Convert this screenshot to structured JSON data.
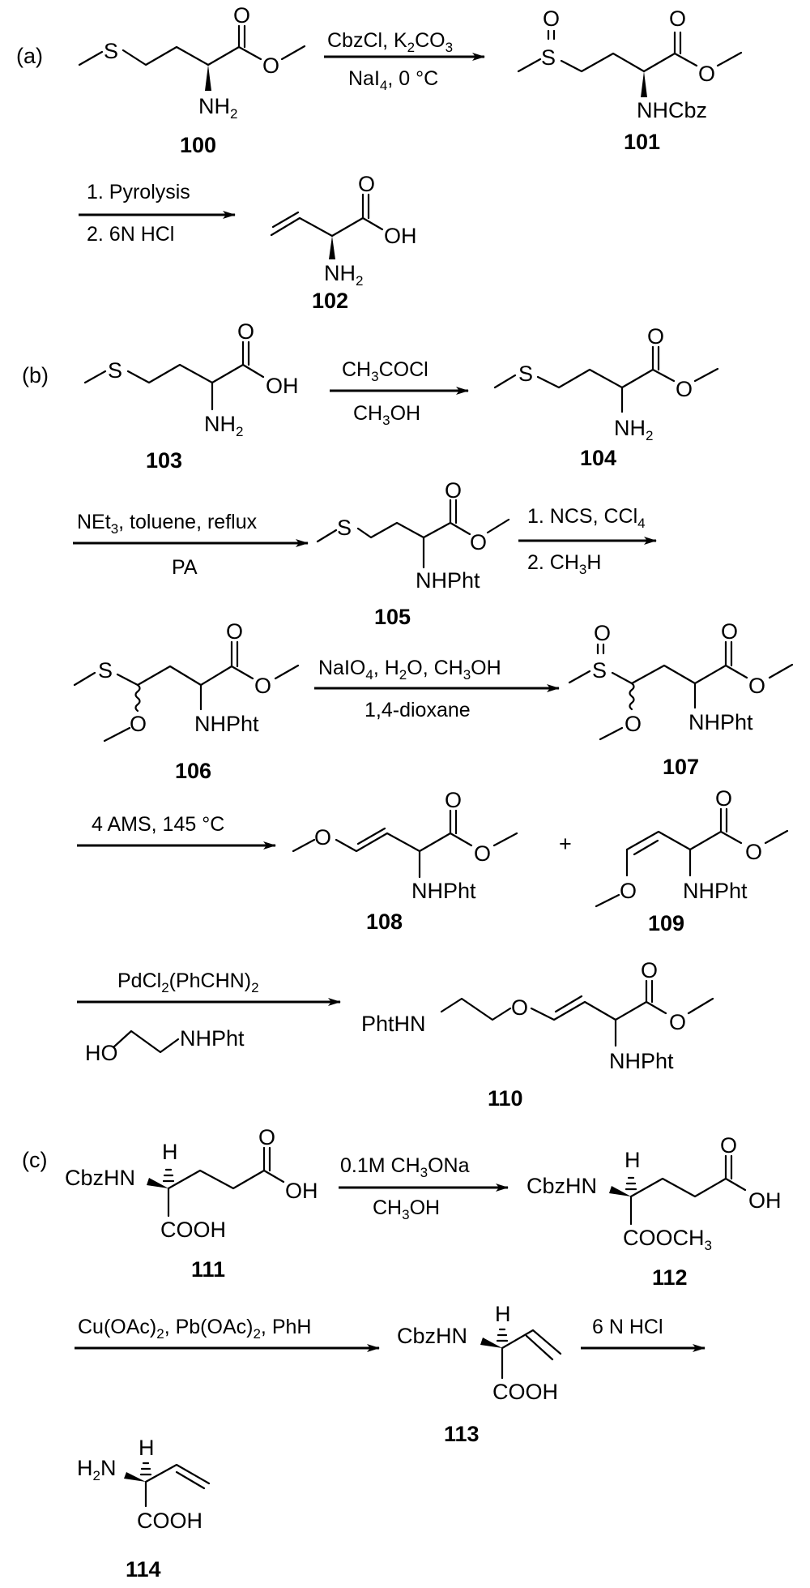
{
  "scheme": {
    "part_labels": [
      "(a)",
      "(b)",
      "(c)"
    ],
    "compounds": {
      "c100": {
        "label": "100",
        "atoms": {
          "S": "S",
          "O1": "O",
          "O2": "O",
          "NH": "NH",
          "sub": "2"
        }
      },
      "c101": {
        "label": "101",
        "atoms": {
          "S": "S",
          "OS": "O",
          "O1": "O",
          "O2": "O",
          "N": "NHCbz"
        }
      },
      "c102": {
        "label": "102",
        "atoms": {
          "O1": "O",
          "OH": "OH",
          "NH": "NH",
          "sub": "2"
        }
      },
      "c103": {
        "label": "103",
        "atoms": {
          "S": "S",
          "O1": "O",
          "OH": "OH",
          "NH": "NH",
          "sub": "2"
        }
      },
      "c104": {
        "label": "104",
        "atoms": {
          "S": "S",
          "O1": "O",
          "O2": "O",
          "NH": "NH",
          "sub": "2"
        }
      },
      "c105": {
        "label": "105",
        "atoms": {
          "S": "S",
          "O1": "O",
          "O2": "O",
          "N": "NHPht"
        }
      },
      "c106": {
        "label": "106",
        "atoms": {
          "S": "S",
          "OMe": "O",
          "O1": "O",
          "O2": "O",
          "N": "NHPht"
        }
      },
      "c107": {
        "label": "107",
        "atoms": {
          "S": "S",
          "OS": "O",
          "OMe": "O",
          "O1": "O",
          "O2": "O",
          "N": "NHPht"
        }
      },
      "c108": {
        "label": "108",
        "atoms": {
          "OMe": "O",
          "O1": "O",
          "O2": "O",
          "N": "NHPht"
        }
      },
      "c109": {
        "label": "109",
        "atoms": {
          "OMe": "O",
          "O1": "O",
          "O2": "O",
          "N": "NHPht"
        }
      },
      "c110": {
        "label": "110",
        "atoms": {
          "PhtHN": "PhtHN",
          "Oe": "O",
          "O1": "O",
          "O2": "O",
          "N": "NHPht"
        }
      },
      "c111": {
        "label": "111",
        "atoms": {
          "N": "CbzHN",
          "H": "H",
          "O1": "O",
          "OH": "OH",
          "COOH": "COOH"
        }
      },
      "c112": {
        "label": "112",
        "atoms": {
          "N": "CbzHN",
          "H": "H",
          "O1": "O",
          "OH": "OH",
          "COO": "COOCH",
          "sub": "3"
        }
      },
      "c113": {
        "label": "113",
        "atoms": {
          "N": "CbzHN",
          "H": "H",
          "COOH": "COOH"
        }
      },
      "c114": {
        "label": "114",
        "atoms": {
          "H2": "H",
          "sub": "2",
          "N": "N",
          "H": "H",
          "COOH": "COOH"
        }
      }
    },
    "plus_sign": "+",
    "reagent_HO": "HO",
    "reagent_NHPht": "NHPht",
    "conditions": {
      "a1_top": [
        "CbzCl, K",
        "2",
        "CO",
        "3"
      ],
      "a1_bottom": [
        "NaI",
        "4",
        ", 0 °C"
      ],
      "a2_top": "1. Pyrolysis",
      "a2_bottom": "2. 6N HCl",
      "b1_top": [
        "CH",
        "3",
        "COCl"
      ],
      "b1_bottom": [
        "CH",
        "3",
        "OH"
      ],
      "b2_top": [
        "NEt",
        "3",
        ", toluene, reflux"
      ],
      "b2_bottom": "PA",
      "b3_top": [
        "1. NCS, CCl",
        "4"
      ],
      "b3_bottom": [
        "2. CH",
        "3",
        "H"
      ],
      "b4_top": [
        "NaIO",
        "4",
        ", H",
        "2",
        "O, CH",
        "3",
        "OH"
      ],
      "b4_bottom": "1,4-dioxane",
      "b5_top": "4 AMS, 145 °C",
      "b6_top": [
        "PdCl",
        "2",
        "(PhCHN)",
        "2"
      ],
      "c1_top": [
        "0.1M CH",
        "3",
        "ONa"
      ],
      "c1_bottom": [
        "CH",
        "3",
        "OH"
      ],
      "c2_top": [
        "Cu(OAc)",
        "2",
        ", Pb(OAc)",
        "2",
        ", PhH"
      ],
      "c3_top": "6 N HCl"
    }
  }
}
